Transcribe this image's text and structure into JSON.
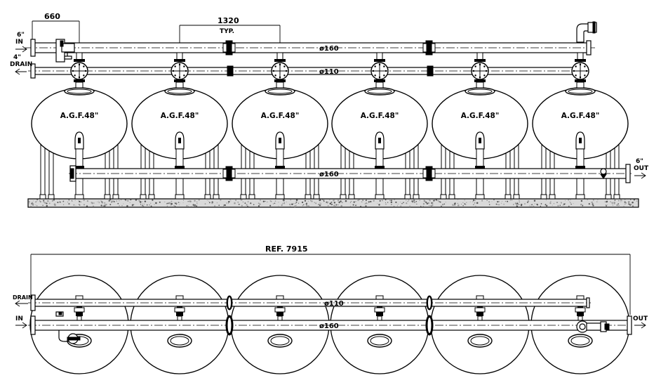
{
  "dimensions": {
    "spacing_first": "660",
    "spacing_typ_value": "1320",
    "spacing_typ_suffix": "TYP.",
    "overall_length": "REF. 7915"
  },
  "elevation": {
    "inlet_size": "6\"",
    "inlet_label": "IN",
    "drain_size": "4\"",
    "drain_label": "DRAIN",
    "outlet_size": "6\"",
    "outlet_label": "OUT",
    "inlet_pipe_dia": "ø160",
    "drain_pipe_dia": "ø110",
    "outlet_pipe_dia": "ø160"
  },
  "plan": {
    "drain_label": "DRAIN",
    "inlet_label": "IN",
    "outlet_label": "OUT",
    "drain_pipe_dia": "ø110",
    "inlet_pipe_dia": "ø160"
  },
  "filters": [
    {
      "label": "A.G.F.48\""
    },
    {
      "label": "A.G.F.48\""
    },
    {
      "label": "A.G.F.48\""
    },
    {
      "label": "A.G.F.48\""
    },
    {
      "label": "A.G.F.48\""
    },
    {
      "label": "A.G.F.48\""
    }
  ]
}
